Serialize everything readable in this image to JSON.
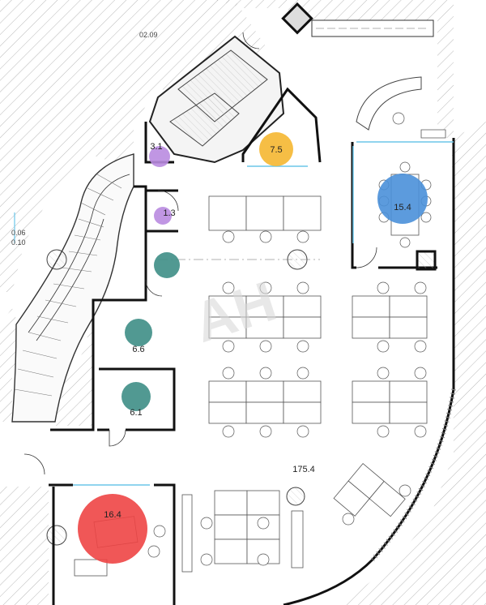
{
  "plan": {
    "room_codes": [
      "02.09",
      "0.06",
      "0.10"
    ],
    "watermark": "AH",
    "rooms": [
      {
        "label": "7.5",
        "color": "#F5B731",
        "key": "kitchen"
      },
      {
        "label": "3.1",
        "color": "#B98BE0",
        "key": "wc-1"
      },
      {
        "label": "1.3",
        "color": "#B98BE0",
        "key": "wc-2"
      },
      {
        "label": "15.4",
        "color": "#4A90D9",
        "key": "meeting-room"
      },
      {
        "label": "6.6",
        "color": "#3E8E86",
        "key": "storage-1"
      },
      {
        "label": "6.1",
        "color": "#3E8E86",
        "key": "storage-2"
      },
      {
        "label": "16.4",
        "color": "#EE4545",
        "key": "manager-office"
      },
      {
        "label": "175.4",
        "color": "",
        "key": "open-office"
      }
    ],
    "extra_marker_color": "#3E8E86"
  }
}
